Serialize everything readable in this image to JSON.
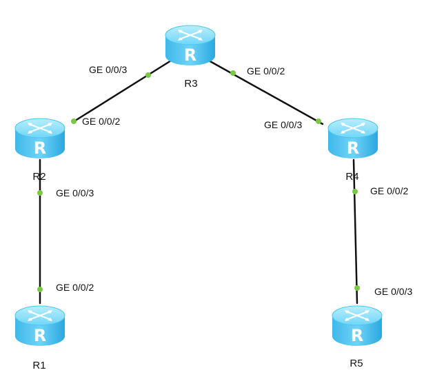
{
  "diagram": {
    "routers": [
      {
        "id": "R1",
        "label": "R1",
        "glyph": "R",
        "icon": "router-icon"
      },
      {
        "id": "R2",
        "label": "R2",
        "glyph": "R",
        "icon": "router-icon"
      },
      {
        "id": "R3",
        "label": "R3",
        "glyph": "R",
        "icon": "router-icon"
      },
      {
        "id": "R4",
        "label": "R4",
        "glyph": "R",
        "icon": "router-icon"
      },
      {
        "id": "R5",
        "label": "R5",
        "glyph": "R",
        "icon": "router-icon"
      }
    ],
    "links": [
      {
        "from": "R2",
        "to": "R3",
        "from_port": "GE 0/0/2",
        "to_port": "GE 0/0/3"
      },
      {
        "from": "R3",
        "to": "R4",
        "from_port": "GE 0/0/2",
        "to_port": "GE 0/0/3"
      },
      {
        "from": "R2",
        "to": "R1",
        "from_port": "GE 0/0/3",
        "to_port": "GE 0/0/2"
      },
      {
        "from": "R4",
        "to": "R5",
        "from_port": "GE 0/0/2",
        "to_port": "GE 0/0/3"
      }
    ],
    "colors": {
      "router_top": "#8ee2fa",
      "router_body": "#3cc0ef",
      "router_dark": "#1a9fd6",
      "link": "#111111",
      "port_dot": "#7ac943"
    }
  }
}
